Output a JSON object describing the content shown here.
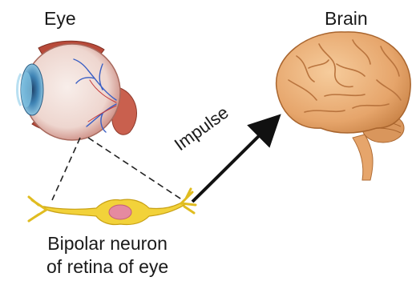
{
  "labels": {
    "eye": "Eye",
    "brain": "Brain",
    "impulse": "Impulse",
    "neuron_line1": "Bipolar neuron",
    "neuron_line2": "of retina of eye"
  },
  "colors": {
    "eye_sclera": "#f3e6e0",
    "eye_muscle": "#b84a3a",
    "iris": "#4a8fb8",
    "vessel": "#3a5fc4",
    "brain": "#e8b07a",
    "brain_fold": "#b9743e",
    "neuron": "#f2d23a",
    "neuron_nucleus": "#e58aa0",
    "arrow": "#111111"
  },
  "icons": [
    "eye-illustration",
    "brain-illustration",
    "bipolar-neuron-illustration",
    "impulse-arrow"
  ]
}
